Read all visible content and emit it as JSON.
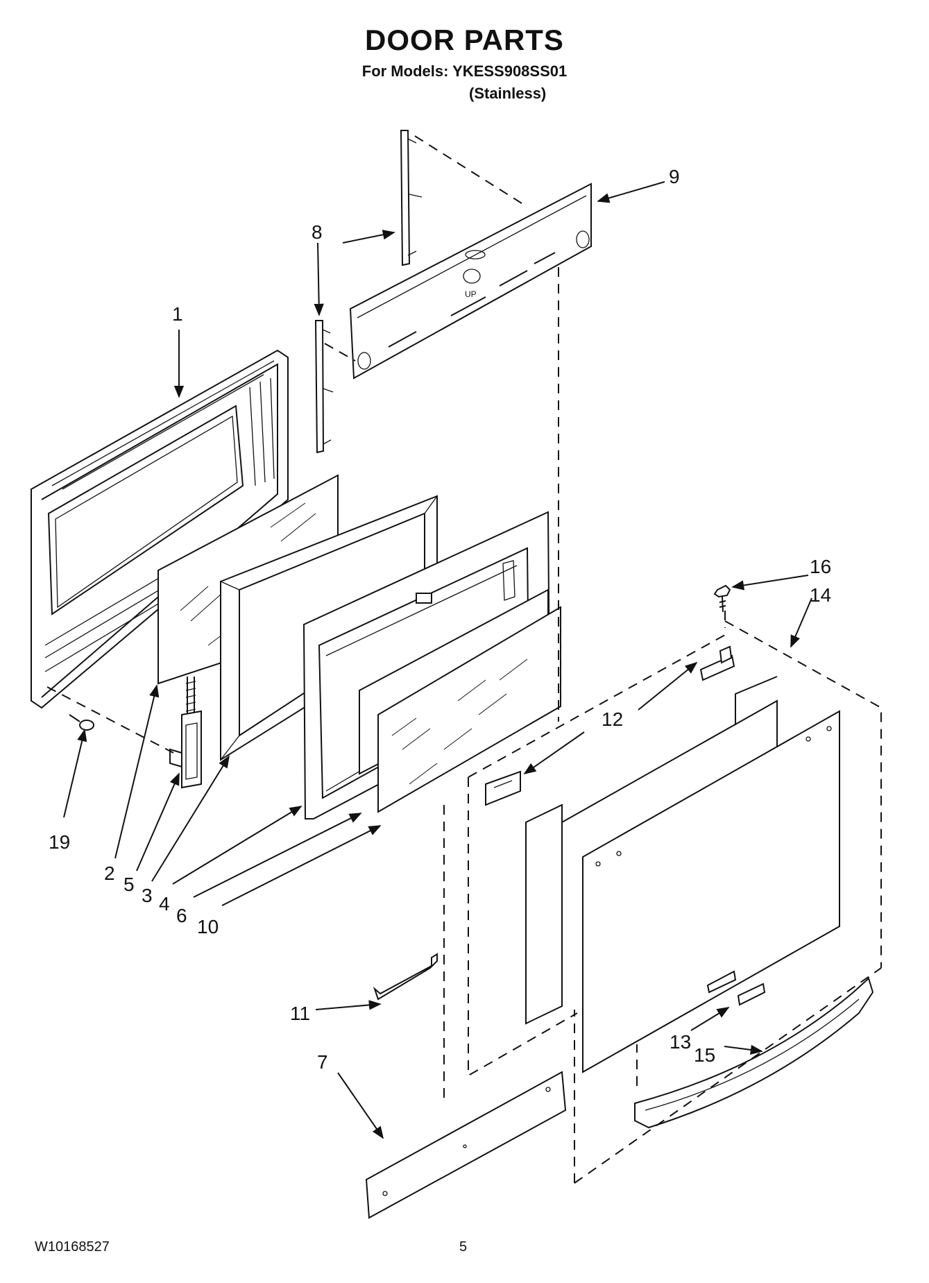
{
  "header": {
    "title": "DOOR PARTS",
    "models_line": "For Models: YKESS908SS01",
    "finish": "(Stainless)"
  },
  "footer": {
    "document_number": "W10168527",
    "page_number": "5"
  },
  "diagram": {
    "embossed_label": "UP",
    "callouts": [
      "1",
      "2",
      "3",
      "4",
      "5",
      "6",
      "7",
      "8",
      "9",
      "10",
      "11",
      "12",
      "13",
      "14",
      "15",
      "16",
      "19"
    ]
  }
}
